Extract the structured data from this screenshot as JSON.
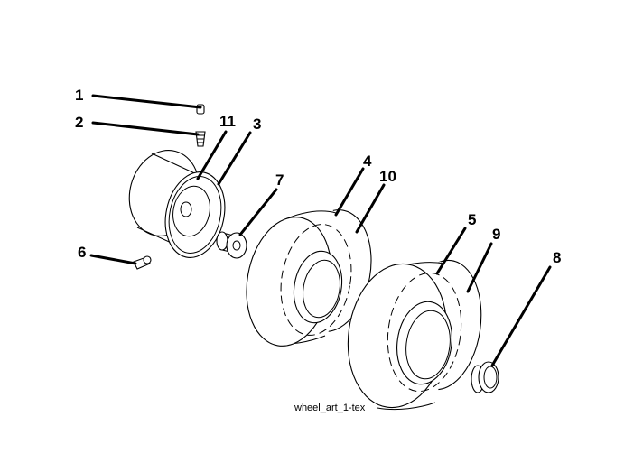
{
  "callouts": [
    {
      "id": "1",
      "part": "valve-cap"
    },
    {
      "id": "2",
      "part": "valve-stem"
    },
    {
      "id": "11",
      "part": "rim-flange"
    },
    {
      "id": "3",
      "part": "rim"
    },
    {
      "id": "7",
      "part": "bushing"
    },
    {
      "id": "4",
      "part": "front-tire"
    },
    {
      "id": "10",
      "part": "front-tire-tread"
    },
    {
      "id": "5",
      "part": "rear-tire"
    },
    {
      "id": "9",
      "part": "rear-tire-tread"
    },
    {
      "id": "8",
      "part": "hub-cap"
    },
    {
      "id": "6",
      "part": "bolt"
    }
  ],
  "caption": "wheel_art_1-tex"
}
